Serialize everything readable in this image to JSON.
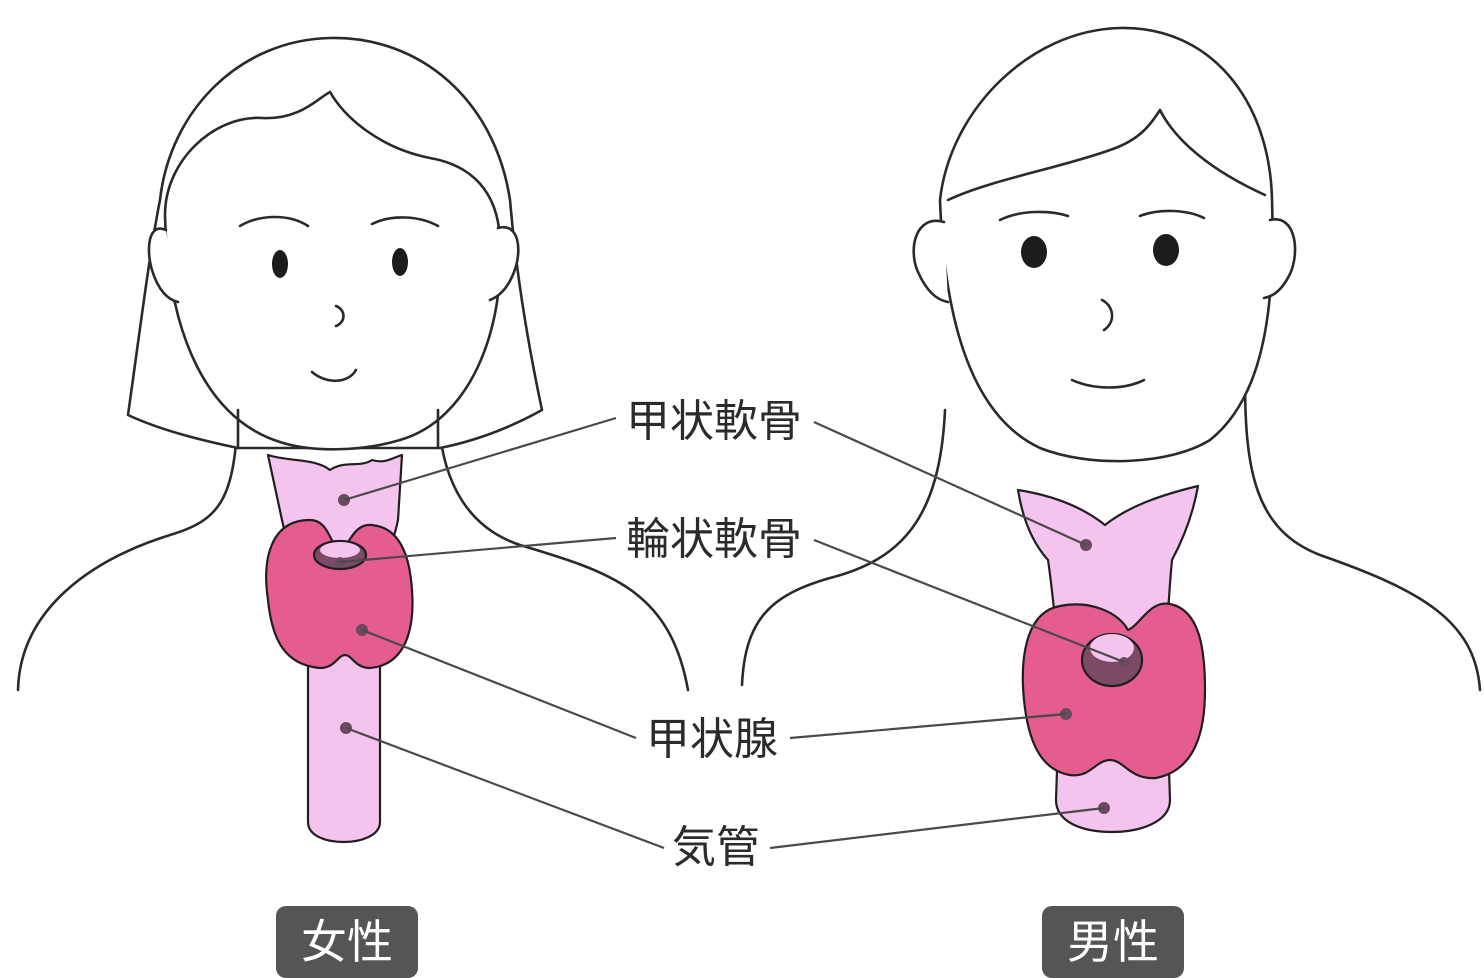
{
  "labels": {
    "thyroid_cartilage": "甲状軟骨",
    "cricoid_cartilage": "輪状軟骨",
    "thyroid_gland": "甲状腺",
    "trachea": "気管"
  },
  "figures": {
    "female": "女性",
    "male": "男性"
  },
  "colors": {
    "cartilage": "#f4c3ee",
    "thyroid": "#e55c8e",
    "cricoid": "#7d4a66",
    "tag_background": "#555555",
    "outline": "#2a2a2a"
  }
}
